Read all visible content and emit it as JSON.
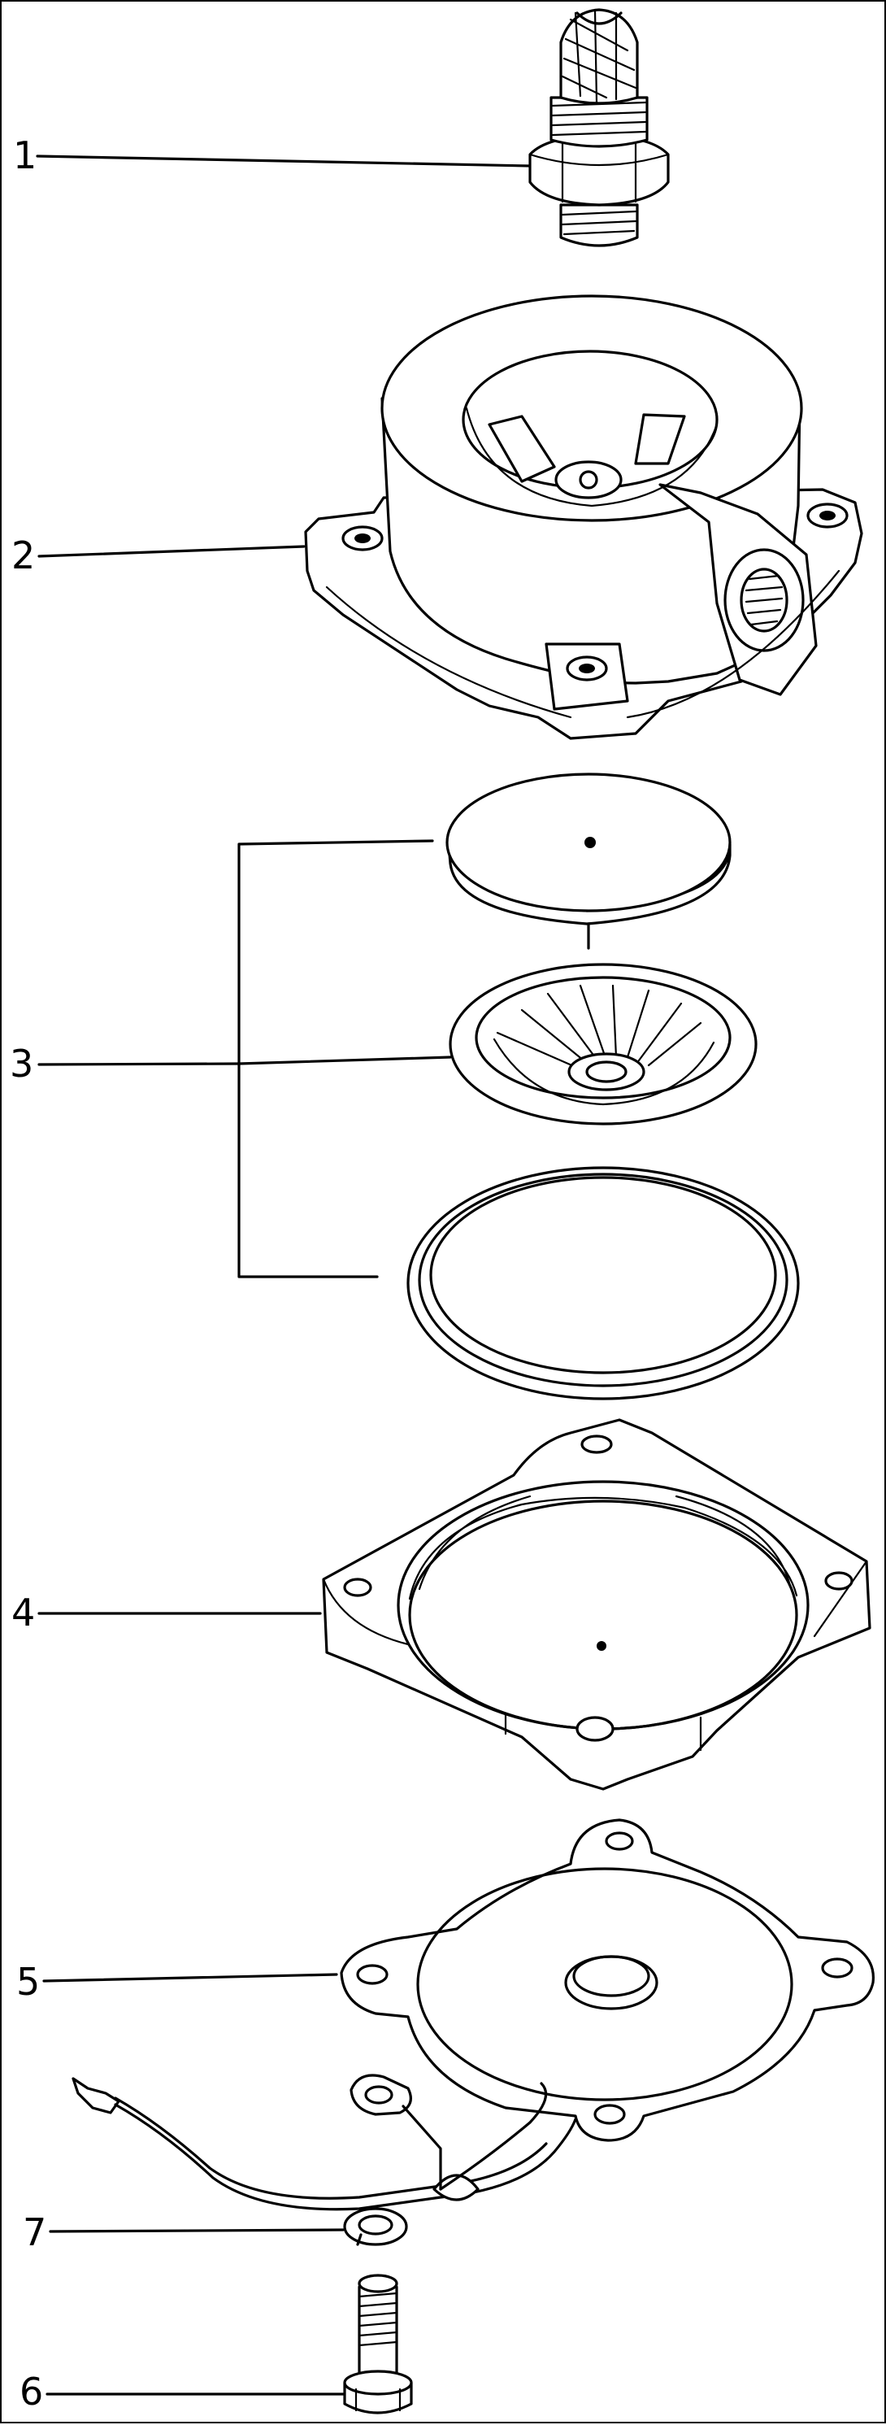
{
  "diagram": {
    "callouts": [
      {
        "id": "callout-1",
        "label": "1"
      },
      {
        "id": "callout-2",
        "label": "2"
      },
      {
        "id": "callout-3",
        "label": "3"
      },
      {
        "id": "callout-4",
        "label": "4"
      },
      {
        "id": "callout-5",
        "label": "5"
      },
      {
        "id": "callout-7",
        "label": "7"
      },
      {
        "id": "callout-6",
        "label": "6"
      }
    ]
  }
}
